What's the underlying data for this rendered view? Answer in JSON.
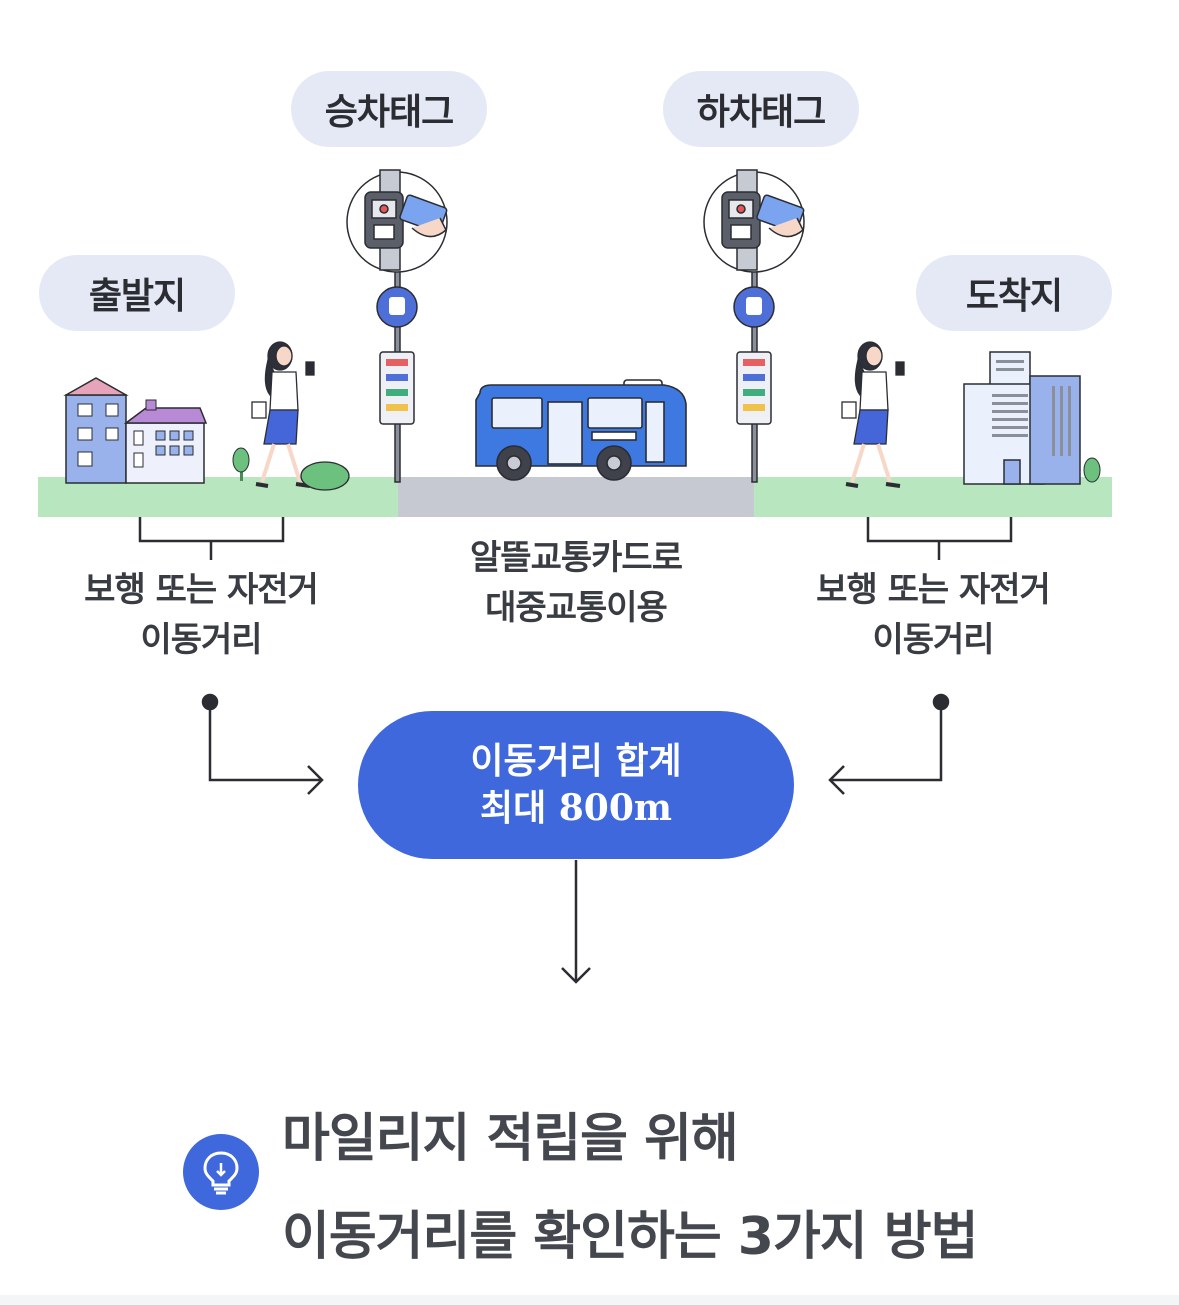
{
  "labels": {
    "boarding": "승차태그",
    "alighting": "하차태그",
    "origin": "출발지",
    "destination": "도착지"
  },
  "captions": {
    "left_line1": "보행 또는 자전거",
    "left_line2": "이동거리",
    "middle_line1": "알뜰교통카드로",
    "middle_line2": "대중교통이용",
    "right_line1": "보행 또는 자전거",
    "right_line2": "이동거리"
  },
  "total": {
    "line1": "이동거리 합계",
    "line2": "최대 800m"
  },
  "tip": {
    "icon": "lightbulb-icon",
    "line1": "마일리지 적립을 위해",
    "line2": "이동거리를 확인하는 3가지 방법"
  },
  "colors": {
    "accent": "#3f68dc",
    "pill": "#e5e9f6",
    "ground": "#b8e6be",
    "road": "#c6c9d2"
  }
}
